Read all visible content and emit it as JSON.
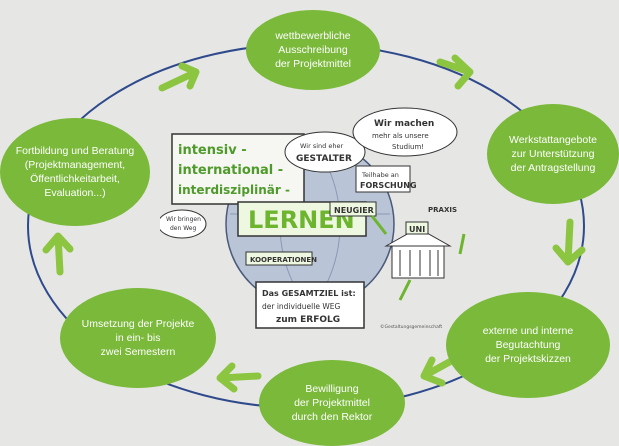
{
  "cycle": {
    "steps": [
      {
        "label": "wettbewerbliche\nAusschreibung\nder Projektmittel"
      },
      {
        "label": "Werkstattangebote\nzur Unterstützung\nder Antragstellung"
      },
      {
        "label": "externe und interne\nBegutachtung\nder Projektskizzen"
      },
      {
        "label": "Bewilligung\nder Projektmittel\ndurch den Rektor"
      },
      {
        "label": "Umsetzung der Projekte\nin ein- bis\nzwei Semestern"
      },
      {
        "label": "Fortbildung und Beratung\n(Projektmanagement,\nÖffentlichkeitarbeit,\nEvaluation...)"
      }
    ]
  },
  "illustration": {
    "title_lines": [
      "intensiv -",
      "international -",
      "interdisziplinär -"
    ],
    "main_word": "LERNEN",
    "bubble_gestalter_1": "Wir sind eher",
    "bubble_gestalter_2": "GESTALTER",
    "bubble_mehr_1": "Wir machen",
    "bubble_mehr_2": "mehr als unsere",
    "bubble_mehr_3": "Studium!",
    "forschung_1": "Teilhabe an",
    "forschung_2": "FORSCHUNG",
    "neugier": "NEUGIER",
    "weg_1": "Wir bringen",
    "weg_2": "den Weg",
    "kooperationen": "KOOPERATIONEN",
    "uni": "UNI",
    "praxis": "PRAXIS",
    "ziel_1": "Das GESAMTZIEL ist:",
    "ziel_2": "der individuelle WEG",
    "ziel_3": "zum ERFOLG",
    "credit": "©Gestaltungsgemeinschaft"
  },
  "colors": {
    "node": "#7ab93a",
    "arrow": "#8cc540",
    "ring": "#2f4a8c",
    "background": "#e6e6e4"
  }
}
